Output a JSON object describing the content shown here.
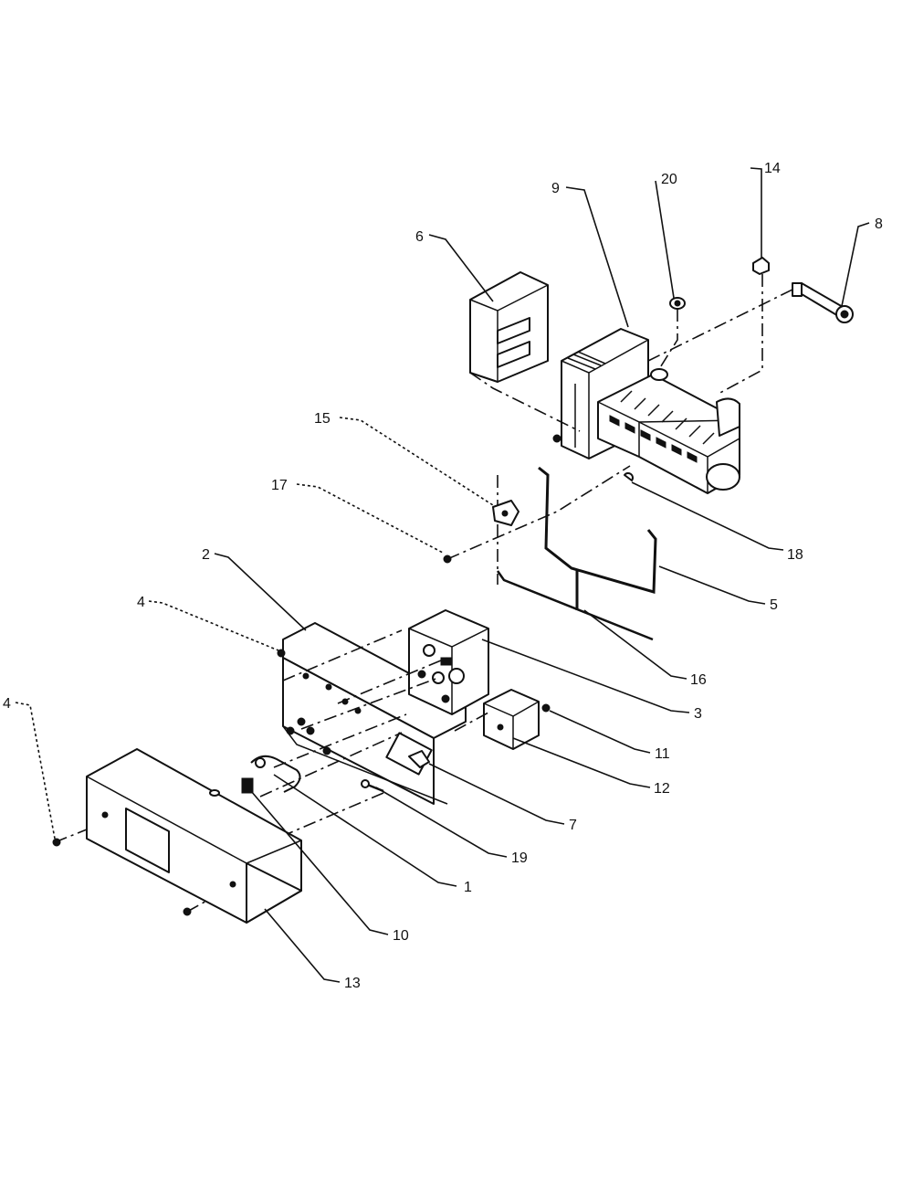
{
  "callouts": {
    "p1": "1",
    "p2": "2",
    "p3": "3",
    "p4a": "4",
    "p4b": "4",
    "p5": "5",
    "p6": "6",
    "p7": "7",
    "p8": "8",
    "p9": "9",
    "p10": "10",
    "p11": "11",
    "p12": "12",
    "p13": "13",
    "p14": "14",
    "p15": "15",
    "p16": "16",
    "p17": "17",
    "p18": "18",
    "p19": "19",
    "p20": "20"
  }
}
